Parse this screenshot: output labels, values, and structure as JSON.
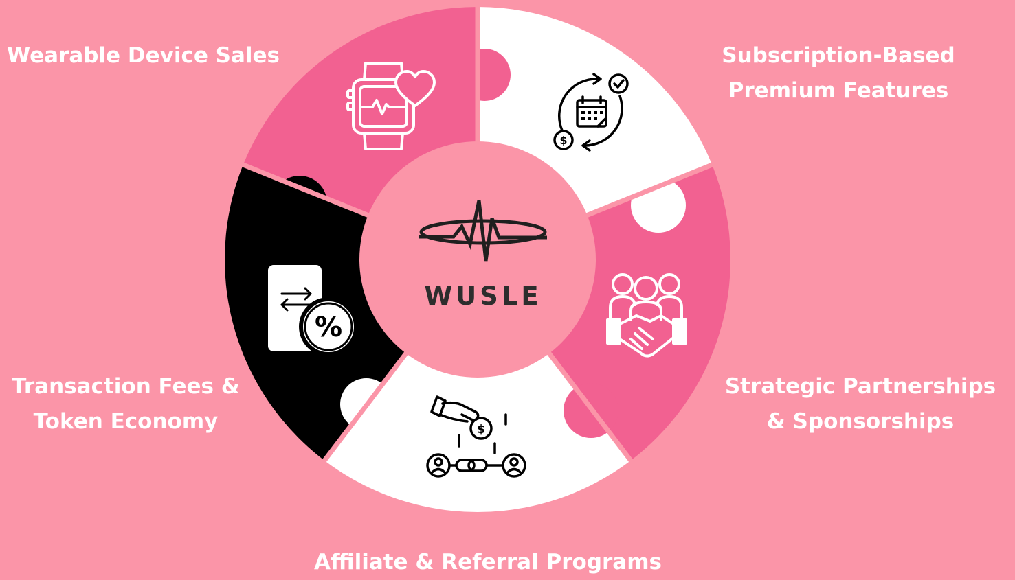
{
  "colors": {
    "background": "#fb95a8",
    "segment_pink": "#f26191",
    "segment_white": "#ffffff",
    "segment_black": "#000000",
    "center": "#fb95a8",
    "icon_dark": "#000000",
    "icon_light": "#ffffff"
  },
  "center": {
    "brand": "WUSLE",
    "logo_icon": "heartbeat-orbit-logo-icon"
  },
  "segments": [
    {
      "id": "wearable",
      "label_lines": [
        "Wearable Device Sales"
      ],
      "icon": "smartwatch-heart-icon",
      "color": "pink"
    },
    {
      "id": "subscription",
      "label_lines": [
        "Subscription-Based",
        "Premium Features"
      ],
      "icon": "recurring-payment-calendar-icon",
      "color": "white"
    },
    {
      "id": "strategic",
      "label_lines": [
        "Strategic Partnerships",
        "& Sponsorships"
      ],
      "icon": "handshake-team-icon",
      "color": "pink"
    },
    {
      "id": "affiliate",
      "label_lines": [
        "Affiliate & Referral Programs"
      ],
      "icon": "referral-chain-money-icon",
      "color": "white"
    },
    {
      "id": "transaction",
      "label_lines": [
        "Transaction Fees &",
        "Token Economy"
      ],
      "icon": "phone-transfer-percent-icon",
      "color": "black"
    }
  ]
}
